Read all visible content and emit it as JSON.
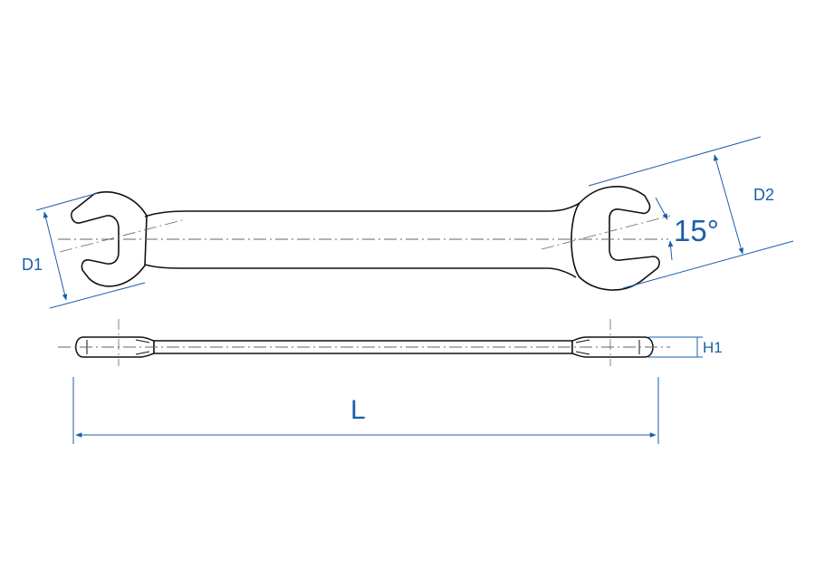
{
  "labels": {
    "d1": "D1",
    "d2": "D2",
    "angle": "15°",
    "h1": "H1",
    "length": "L"
  },
  "colors": {
    "outline": "#111111",
    "dimension": "#1a5fa8",
    "centerline": "#666666",
    "background": "#ffffff"
  }
}
